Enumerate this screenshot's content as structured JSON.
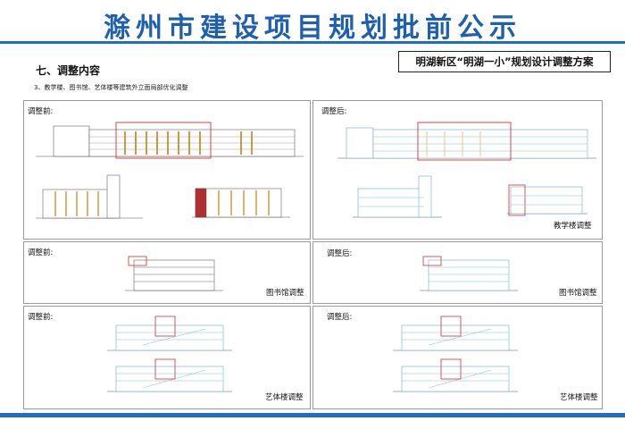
{
  "header": {
    "title": "滁州市建设项目规划批前公示",
    "section": "七、调整内容",
    "banner": "明湖新区“明湖一小”规划设计调整方案",
    "subtitle": "3、教学楼、图书馆、艺体楼等建筑外立面局部优化调整"
  },
  "panels": {
    "row1_left_label": "调整前:",
    "row1_right_label": "调整后:",
    "row1_caption": "教学楼调整",
    "row2_left_label": "调整前:",
    "row2_right_label": "调整后:",
    "row2_caption_left": "图书馆调整",
    "row2_caption_right": "图书馆调整",
    "row3_left_label": "调整前:",
    "row3_right_label": "调整后:",
    "row3_caption_left": "艺体楼调整",
    "row3_caption_right": "艺体楼调整"
  },
  "colors": {
    "brand_blue": "#1f6fc0",
    "highlight_red": "#d03030"
  }
}
